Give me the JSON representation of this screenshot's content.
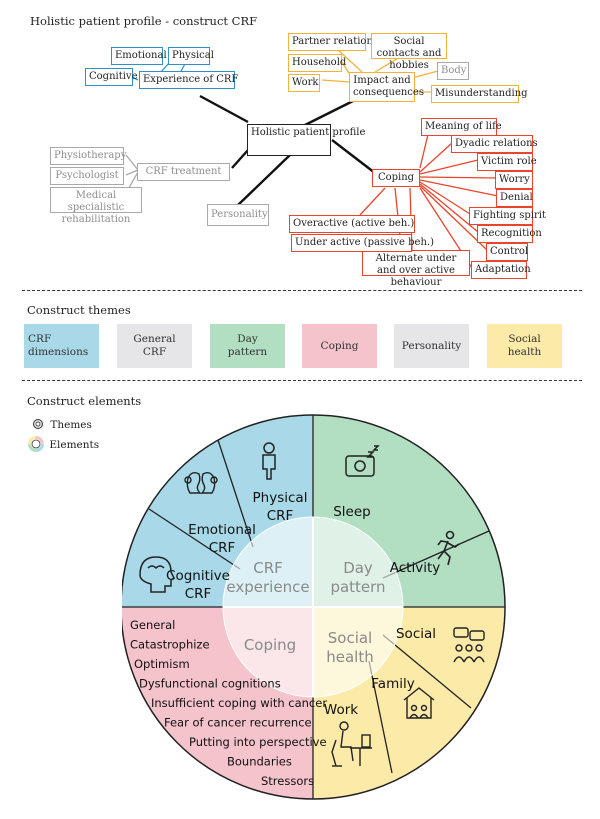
{
  "profile": {
    "title": "Holistic patient profile - construct CRF",
    "center": "Holistic patient profile",
    "experience": {
      "label": "Experience of CRF",
      "children": [
        "Emotional",
        "Physical",
        "Cognitive"
      ]
    },
    "impact": {
      "label": "Impact and consequences",
      "children": [
        "Partner relation",
        "Social contacts and hobbies",
        "Household",
        "Work",
        "Body",
        "Misunderstanding"
      ]
    },
    "treatment": {
      "label": "CRF treatment",
      "children": [
        "Physiotherapy",
        "Psychologist",
        "Medical specialistic rehabilitation"
      ]
    },
    "personality": "Personality",
    "coping": {
      "label": "Coping",
      "children": [
        "Meaning of life",
        "Dyadic relations",
        "Victim role",
        "Worry",
        "Denial",
        "Fighting spirit",
        "Recognition",
        "Control",
        "Adaptation",
        "Alternate under and over active behaviour",
        "Under active (passive beh.)",
        "Overactive (active beh.)"
      ]
    }
  },
  "themes": {
    "heading": "Construct themes",
    "items": [
      {
        "label": "CRF dimensions",
        "color": "#a9d9e8"
      },
      {
        "label": "General CRF",
        "color": "#e6e6e8"
      },
      {
        "label": "Day pattern",
        "color": "#b2dec2"
      },
      {
        "label": "Coping",
        "color": "#f4c3cb"
      },
      {
        "label": "Personality",
        "color": "#e6e6e8"
      },
      {
        "label": "Social health",
        "color": "#fbeaa8"
      }
    ]
  },
  "elements": {
    "heading": "Construct elements",
    "legend": {
      "themes": "Themes",
      "elements": "Elements"
    },
    "inner": {
      "crf_experience": "CRF experience",
      "day_pattern": "Day pattern",
      "coping": "Coping",
      "social_health": "Social health"
    },
    "crf": [
      "Physical CRF",
      "Emotional CRF",
      "Cognitive CRF"
    ],
    "day": [
      "Sleep",
      "Activity"
    ],
    "social": [
      "Social",
      "Family",
      "Work"
    ],
    "coping_list": [
      "General",
      "Catastrophize",
      "Optimism",
      "Dysfunctional cognitions",
      "Insufficient coping with cancer",
      "Fear of cancer recurrence",
      "Putting into perspective",
      "Boundaries",
      "Stressors"
    ],
    "colors": {
      "crf": "#a9d9e8",
      "day": "#b2dec2",
      "coping": "#f4c3cb",
      "social": "#fbeaa8"
    }
  },
  "icons": [
    "person-icon",
    "faces-icon",
    "head-icon",
    "sleep-icon",
    "running-icon",
    "group-icon",
    "house-family-icon",
    "desk-worker-icon"
  ]
}
